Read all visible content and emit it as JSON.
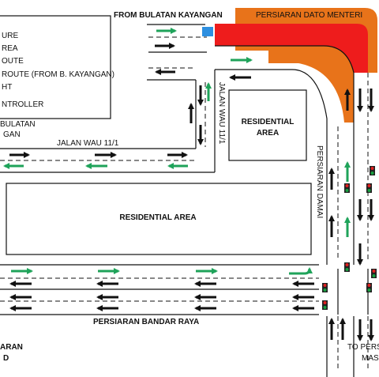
{
  "labels": {
    "from_bulatan_kayangan": "FROM BULATAN KAYANGAN",
    "persiaran_dato_menteri": "PERSIARAN DATO MENTERI",
    "jalan_wau_11_1": "JALAN WAU 11/1",
    "jalan_wau_11_1_vertical": "JALAN WAU 11/1",
    "residential_area_right_1": "RESIDENTIAL",
    "residential_area_right_2": "AREA",
    "residential_area_main": "RESIDENTIAL AREA",
    "persiaran_damai": "PERSIARAN DAMAI",
    "persiaran_bandar_raya": "PERSIARAN BANDAR RAYA",
    "bulatan_partial_1": "BULATAN",
    "bulatan_partial_2": "GAN",
    "bottom_left_1": "ARAN",
    "bottom_left_2": "D",
    "to_pers_1": "TO PERS",
    "to_pers_2": "MAS"
  },
  "legend": [
    "URE",
    "REA",
    "OUTE",
    "ROUTE (FROM B. KAYANGAN)",
    "HT",
    "NTROLLER"
  ],
  "colors": {
    "route_green": "#1fa35a",
    "flow_black": "#111111",
    "closure_red": "#ee1c1c",
    "closure_orange": "#e8731a",
    "controller_blue": "#2d8fe0",
    "signal_red": "#e02020",
    "signal_green": "#18a040"
  }
}
